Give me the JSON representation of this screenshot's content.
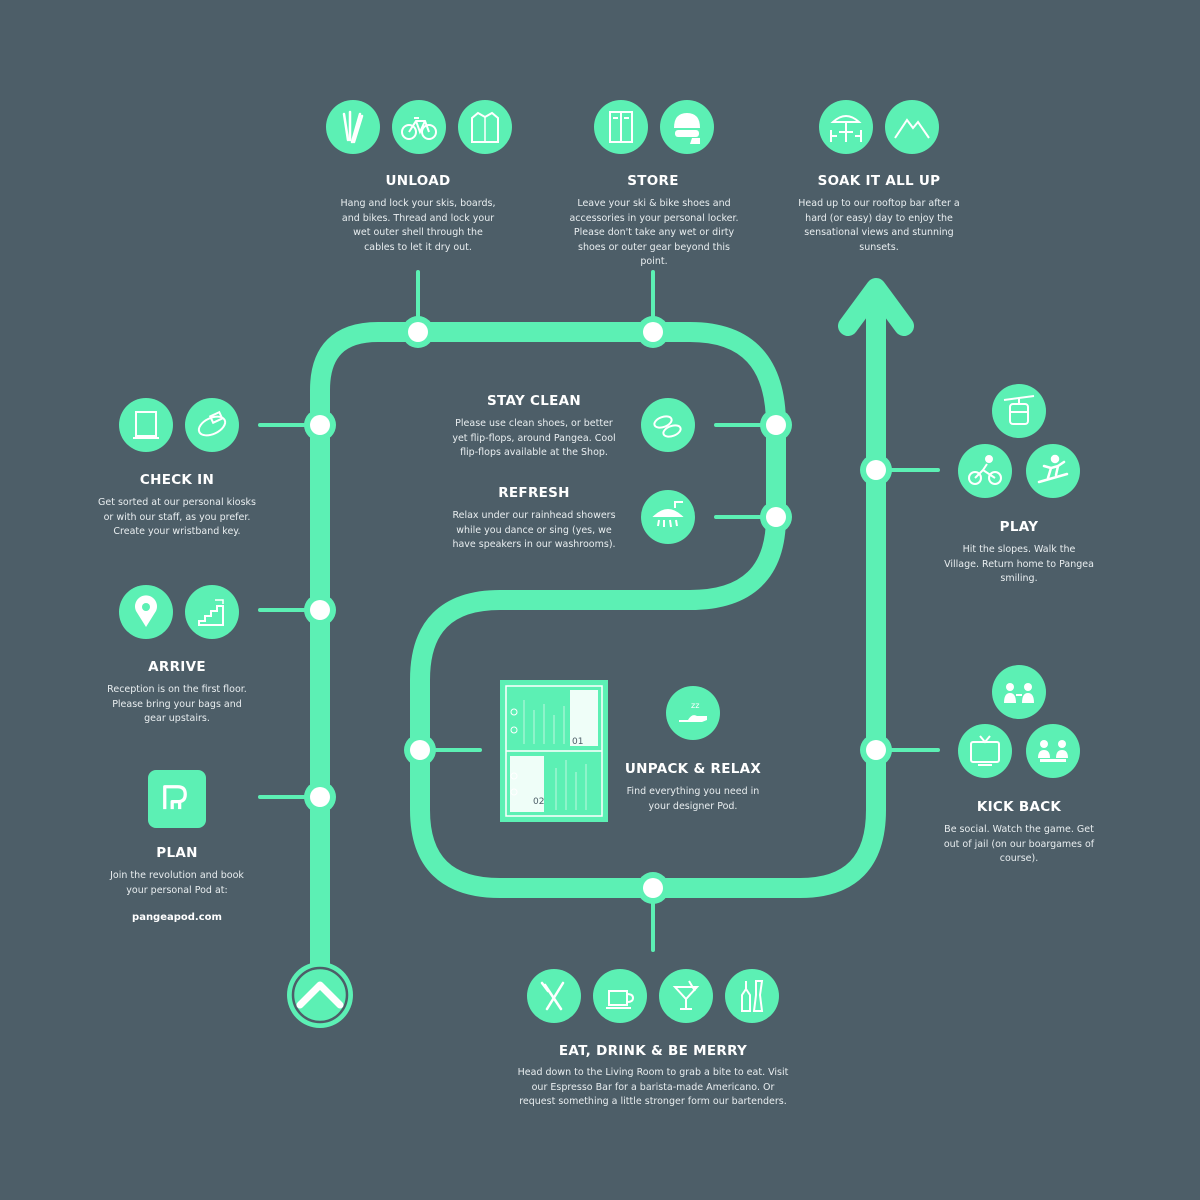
{
  "colors": {
    "background": "#4d5e68",
    "route": "#5cf0b4",
    "text": "#ffffff"
  },
  "stops": {
    "unload": {
      "title": "UNLOAD",
      "desc": "Hang and lock your skis, boards, and bikes. Thread and lock your wet outer shell through the cables to let it dry out.",
      "icons": [
        "ski-poles-icon",
        "bicycle-icon",
        "jacket-icon"
      ]
    },
    "store": {
      "title": "STORE",
      "desc": "Leave your ski & bike shoes and accessories in your personal locker. Please don't take any wet or dirty shoes or outer gear beyond this point.",
      "icons": [
        "locker-icon",
        "helmet-goggles-icon"
      ]
    },
    "soak": {
      "title": "SOAK IT ALL UP",
      "desc": "Head up to our rooftop bar after a hard (or easy) day to enjoy the sensational views and stunning sunsets.",
      "icons": [
        "patio-table-icon",
        "mountains-icon"
      ]
    },
    "checkin": {
      "title": "CHECK IN",
      "desc": "Get sorted at our personal kiosks or with our staff, as you prefer. Create your wristband key.",
      "icons": [
        "kiosk-icon",
        "wristband-icon"
      ]
    },
    "stayclean": {
      "title": "STAY CLEAN",
      "desc": "Please use clean shoes, or better yet flip-flops, around Pangea. Cool flip-flops available at the Shop.",
      "icons": [
        "flip-flops-icon"
      ]
    },
    "refresh": {
      "title": "REFRESH",
      "desc": "Relax under our rainhead showers while you dance or sing (yes, we have speakers in our washrooms).",
      "icons": [
        "shower-icon"
      ]
    },
    "play": {
      "title": "PLAY",
      "desc": "Hit the slopes. Walk the Village. Return home to Pangea smiling.",
      "icons": [
        "gondola-icon",
        "cyclist-icon",
        "snowboarder-icon"
      ]
    },
    "arrive": {
      "title": "ARRIVE",
      "desc": "Reception is on the first floor. Please bring your bags and gear upstairs.",
      "icons": [
        "location-pin-icon",
        "stairs-icon"
      ]
    },
    "unpack": {
      "title": "UNPACK & RELAX",
      "desc": "Find everything you need in your designer Pod.",
      "icons": [
        "sleeping-icon"
      ]
    },
    "kickback": {
      "title": "KICK BACK",
      "desc": "Be social.  Watch the game. Get out of jail (on our boargames of course).",
      "icons": [
        "socializing-icon",
        "tv-icon",
        "board-game-icon"
      ]
    },
    "plan": {
      "title": "PLAN",
      "desc": "Join the revolution and book your personal Pod at:",
      "link": "pangeapod.com",
      "icons": [
        "pangea-logo-icon"
      ]
    },
    "eat": {
      "title": "EAT, DRINK & BE MERRY",
      "desc": "Head down to the Living Room to grab a bite to eat. Visit our Espresso Bar for a barista-made Americano. Or request something a little stronger form our bartenders.",
      "icons": [
        "cutlery-icon",
        "coffee-cup-icon",
        "cocktail-icon",
        "wine-bottle-icon"
      ]
    }
  },
  "pod_labels": {
    "upper": "01",
    "lower": "02"
  }
}
